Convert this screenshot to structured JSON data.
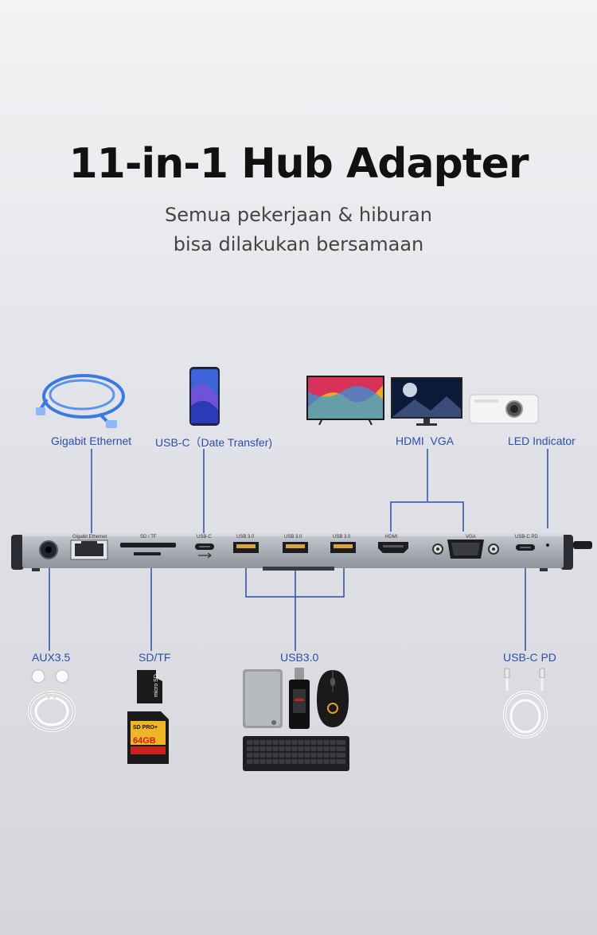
{
  "header": {
    "title": "11-in-1 Hub Adapter",
    "subtitle_line1": "Semua pekerjaan & hiburan",
    "subtitle_line2": "bisa dilakukan bersamaan"
  },
  "labels": {
    "gigabit": "Gigabit Ethernet",
    "usbc_data": "USB-C（Date Transfer)",
    "hdmi_vga": "HDMI  VGA",
    "led": "LED Indicator",
    "aux": "AUX3.5",
    "sdtf": "SD/TF",
    "usb30": "USB3.0",
    "usbc_pd": "USB-C PD"
  },
  "port_labels": {
    "ethernet": "Gigabit Ethernet",
    "sdtf": "SD / TF",
    "usbc": "USB-C",
    "usb1": "USB 3.0",
    "usb2": "USB 3.0",
    "usb3": "USB 3.0",
    "hdmi": "HDMI",
    "vga": "VGA",
    "usbc_pd": "USB-C PD"
  },
  "accessories": {
    "sd_card": "64GB",
    "sd_brand": "SD PRO+",
    "tf_card": "micro SD"
  },
  "colors": {
    "accent": "#2a4fa8",
    "title": "#111111",
    "hub_body": "#a9adb5"
  }
}
